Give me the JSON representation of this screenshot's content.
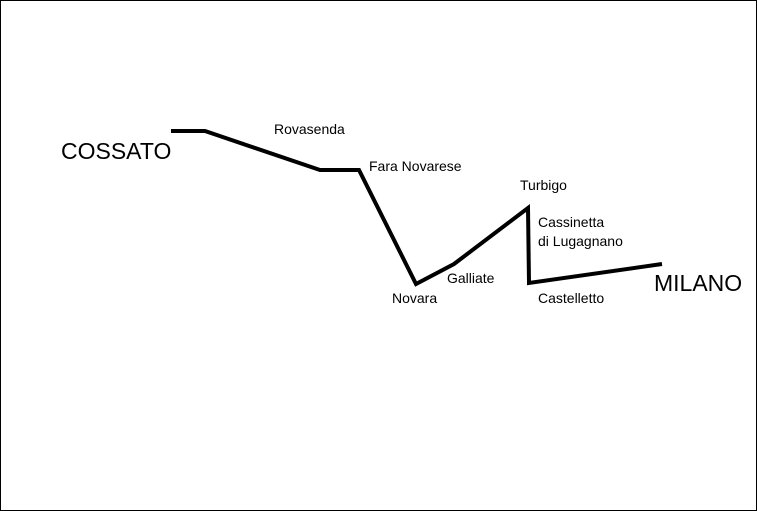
{
  "route": {
    "origin": "COSSATO",
    "destination": "MILANO",
    "stops": [
      "Rovasenda",
      "Fara Novarese",
      "Novara",
      "Galliate",
      "Turbigo",
      "Cassinetta di Lugagnano",
      "Castelletto"
    ]
  },
  "labels": {
    "cossato": "COSSATO",
    "rovasenda": "Rovasenda",
    "fara_novarese": "Fara Novarese",
    "novara": "Novara",
    "galliate": "Galliate",
    "turbigo": "Turbigo",
    "cassinetta_line1": "Cassinetta",
    "cassinetta_line2": "di Lugagnano",
    "castelletto": "Castelletto",
    "milano": "MILANO"
  },
  "colors": {
    "line": "#000000",
    "background": "#ffffff"
  }
}
